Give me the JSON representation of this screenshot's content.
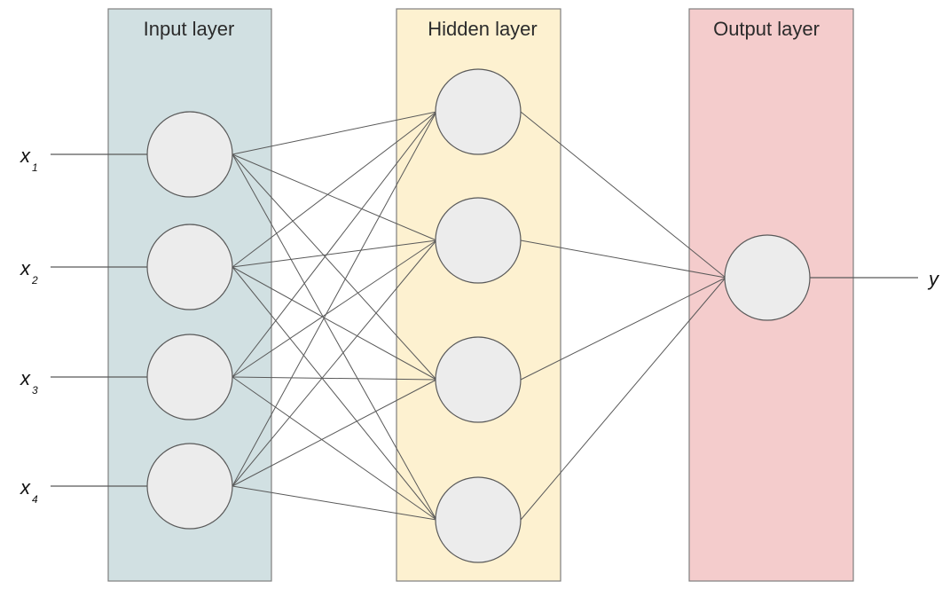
{
  "layers": [
    {
      "id": "input",
      "title": "Input layer",
      "fill": "#d1e0e2",
      "node_count": 4
    },
    {
      "id": "hidden",
      "title": "Hidden layer",
      "fill": "#fdf1d0",
      "node_count": 4
    },
    {
      "id": "output",
      "title": "Output layer",
      "fill": "#f4cccc",
      "node_count": 1
    }
  ],
  "inputs": [
    {
      "base": "x",
      "sub": "1"
    },
    {
      "base": "x",
      "sub": "2"
    },
    {
      "base": "x",
      "sub": "3"
    },
    {
      "base": "x",
      "sub": "4"
    }
  ],
  "output_label": "y",
  "colors": {
    "node_fill": "#ececec",
    "stroke": "#595959",
    "panel_border": "#7f7f7f"
  }
}
